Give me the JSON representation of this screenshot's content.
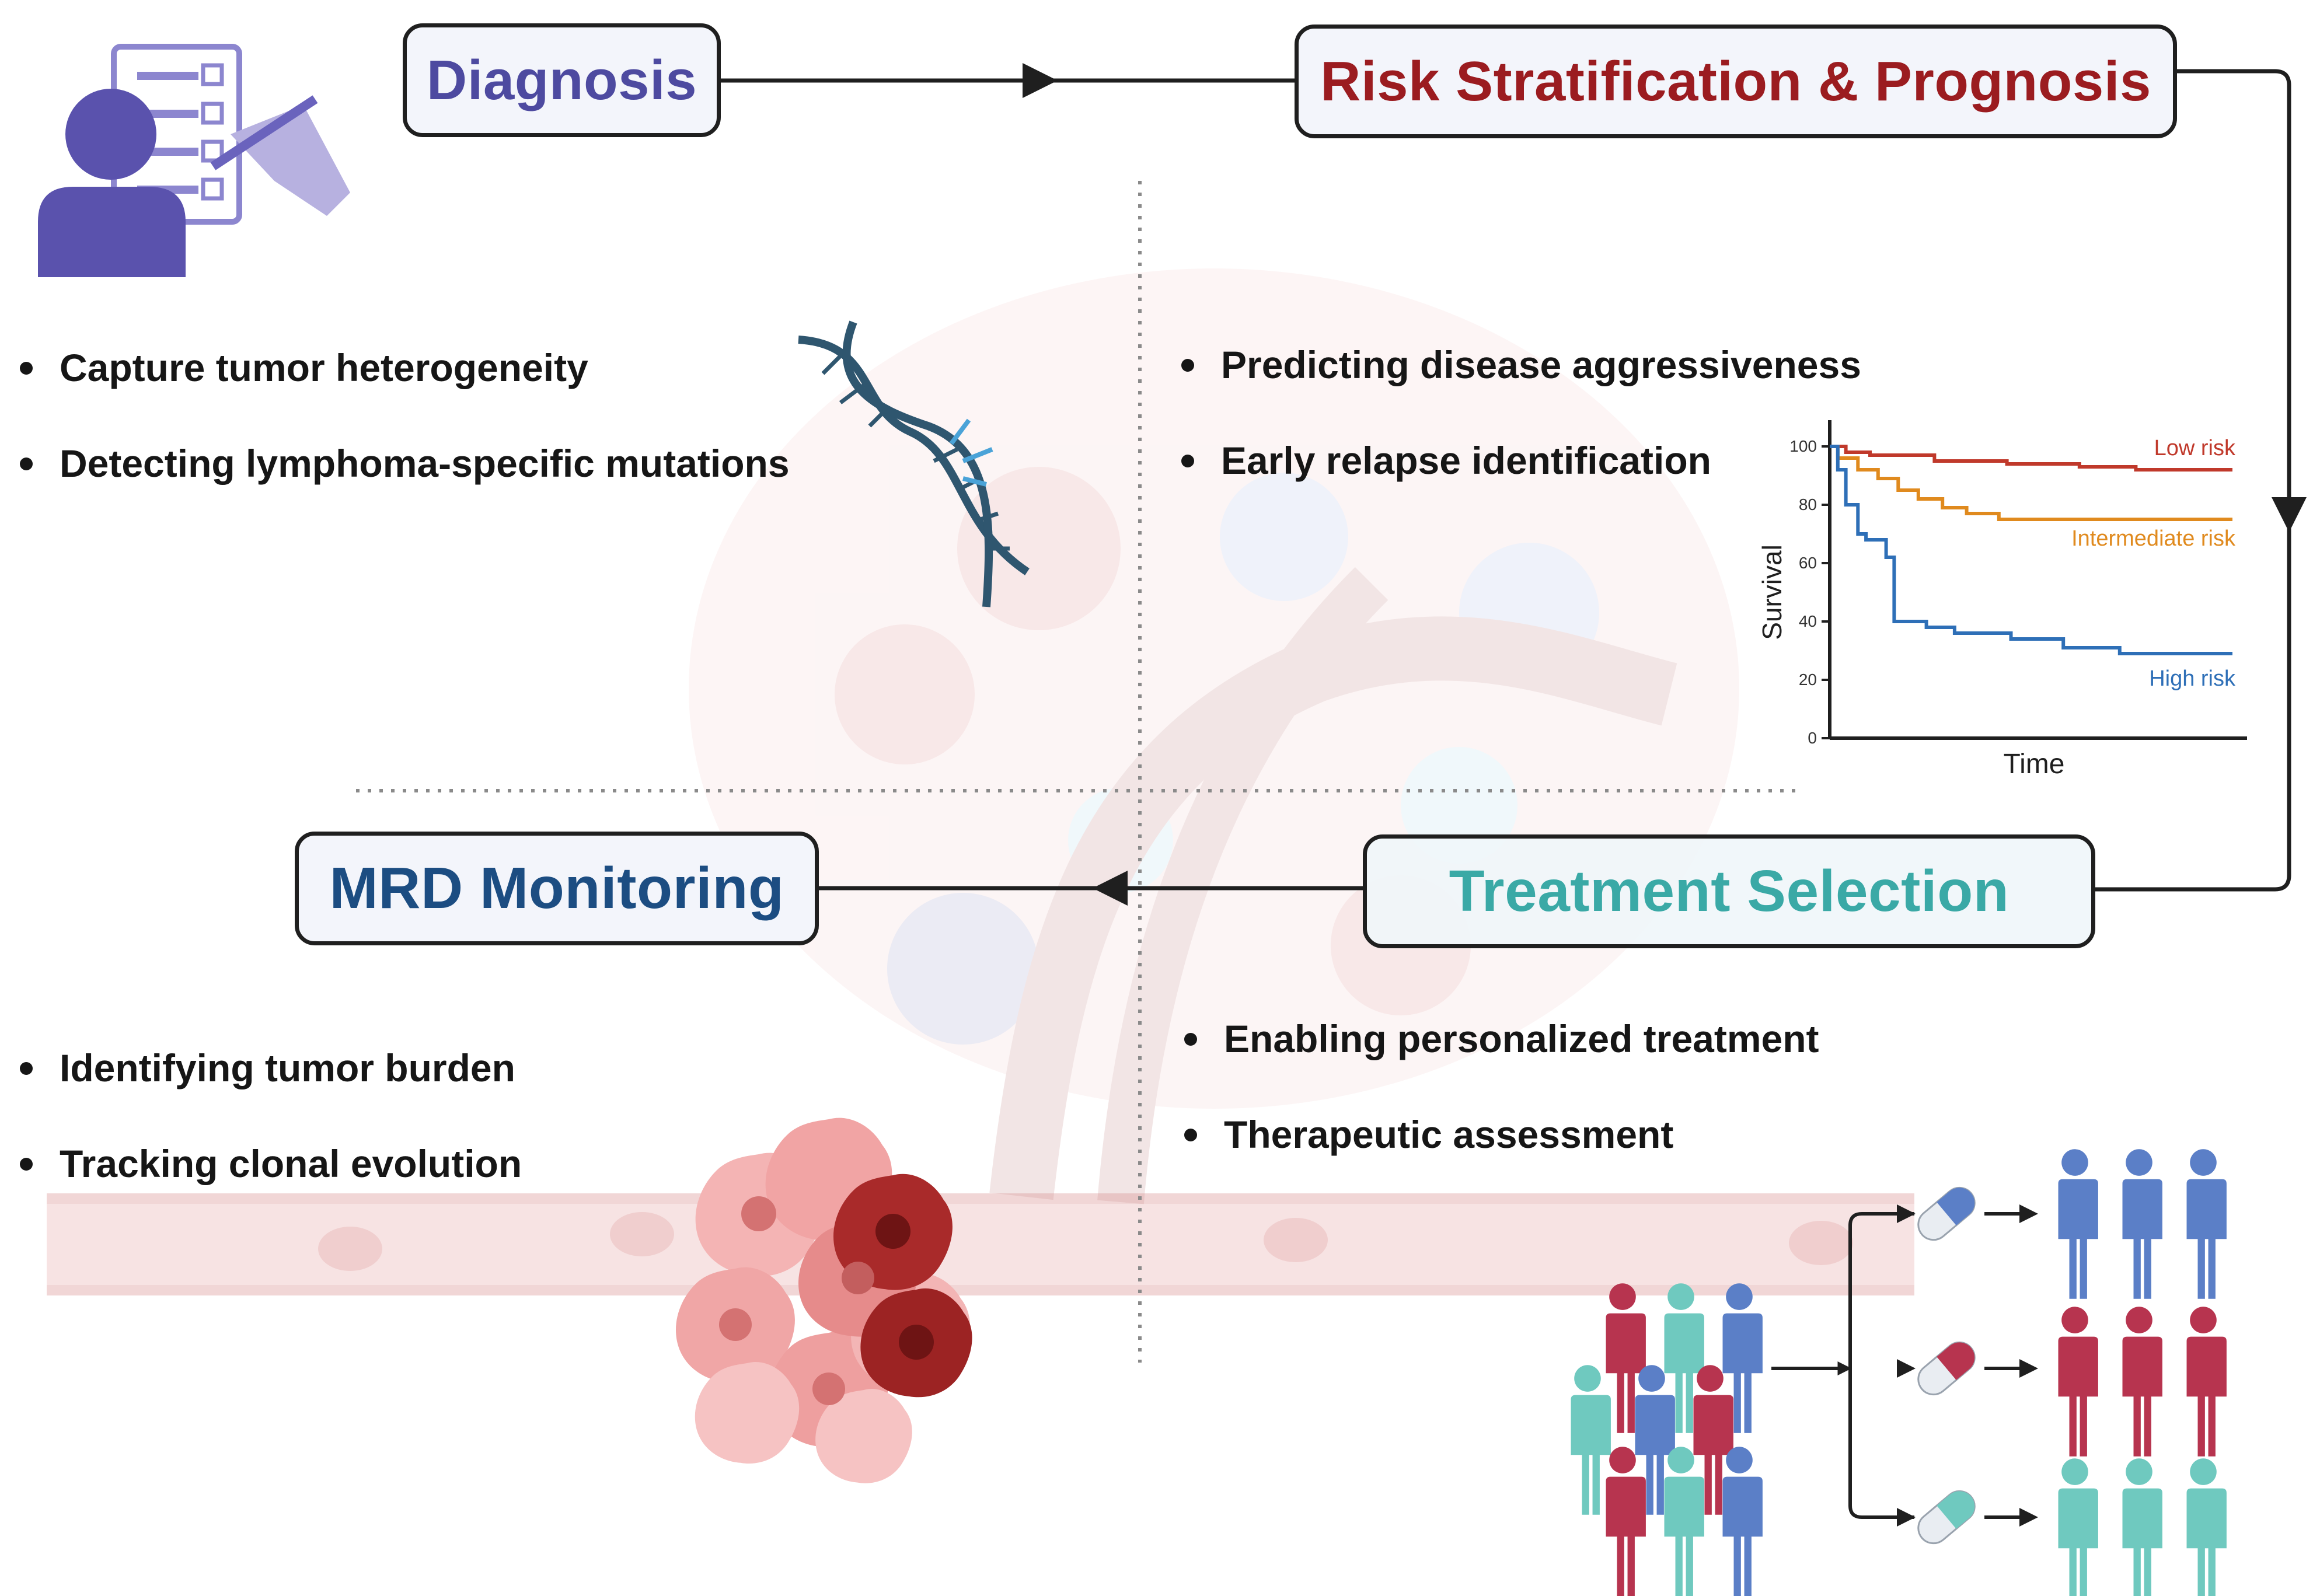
{
  "stages": {
    "diagnosis": "Diagnosis",
    "risk": "Risk Stratification & Prognosis",
    "treatment": "Treatment Selection",
    "mrd": "MRD Monitoring"
  },
  "colors": {
    "diagnosis": "#4d4aa0",
    "risk": "#9b1c20",
    "treatment": "#3aa9a6",
    "mrd": "#1c4d82",
    "low_risk": "#c0392b",
    "intermediate_risk": "#e08a1e",
    "high_risk": "#2e6fb7",
    "people_blue": "#5b7fc7",
    "people_red": "#b7344f",
    "people_teal": "#6fc9bf"
  },
  "bullets": {
    "diagnosis": [
      "Capture tumor heterogeneity",
      "Detecting lymphoma-specific mutations"
    ],
    "risk": [
      "Predicting disease aggressiveness",
      "Early relapse identification"
    ],
    "treatment": [
      "Enabling personalized treatment",
      "Therapeutic assessment"
    ],
    "mrd": [
      "Identifying tumor burden",
      "Tracking clonal evolution"
    ]
  },
  "icons": [
    "clinician-checklist-icon",
    "dna-helix-icon",
    "tumor-cluster-icon",
    "pill-capsule-icon",
    "person-icon"
  ],
  "chart_data": {
    "type": "line",
    "title": "",
    "xlabel": "Time",
    "ylabel": "Survival",
    "ylim": [
      0,
      100
    ],
    "yticks": [
      "0",
      "20",
      "40",
      "60",
      "80",
      "100"
    ],
    "series": [
      {
        "name": "Low risk",
        "color": "#c0392b",
        "points": [
          [
            0,
            100
          ],
          [
            0.04,
            100
          ],
          [
            0.04,
            98
          ],
          [
            0.1,
            98
          ],
          [
            0.1,
            97
          ],
          [
            0.26,
            97
          ],
          [
            0.26,
            95
          ],
          [
            0.44,
            95
          ],
          [
            0.44,
            94
          ],
          [
            0.62,
            94
          ],
          [
            0.62,
            93
          ],
          [
            0.76,
            93
          ],
          [
            0.76,
            92
          ],
          [
            1.0,
            92
          ]
        ]
      },
      {
        "name": "Intermediate risk",
        "color": "#e08a1e",
        "points": [
          [
            0,
            100
          ],
          [
            0.02,
            100
          ],
          [
            0.02,
            96
          ],
          [
            0.07,
            96
          ],
          [
            0.07,
            92
          ],
          [
            0.12,
            92
          ],
          [
            0.12,
            89
          ],
          [
            0.17,
            89
          ],
          [
            0.17,
            85
          ],
          [
            0.22,
            85
          ],
          [
            0.22,
            82
          ],
          [
            0.28,
            82
          ],
          [
            0.28,
            79
          ],
          [
            0.34,
            79
          ],
          [
            0.34,
            77
          ],
          [
            0.42,
            77
          ],
          [
            0.42,
            75
          ],
          [
            1.0,
            75
          ]
        ]
      },
      {
        "name": "High risk",
        "color": "#2e6fb7",
        "points": [
          [
            0,
            100
          ],
          [
            0.02,
            100
          ],
          [
            0.02,
            92
          ],
          [
            0.04,
            92
          ],
          [
            0.04,
            80
          ],
          [
            0.07,
            80
          ],
          [
            0.07,
            70
          ],
          [
            0.09,
            70
          ],
          [
            0.09,
            68
          ],
          [
            0.14,
            68
          ],
          [
            0.14,
            62
          ],
          [
            0.16,
            62
          ],
          [
            0.16,
            40
          ],
          [
            0.24,
            40
          ],
          [
            0.24,
            38
          ],
          [
            0.31,
            38
          ],
          [
            0.31,
            36
          ],
          [
            0.45,
            36
          ],
          [
            0.45,
            34
          ],
          [
            0.58,
            34
          ],
          [
            0.58,
            31
          ],
          [
            0.72,
            31
          ],
          [
            0.72,
            29
          ],
          [
            1.0,
            29
          ]
        ]
      }
    ]
  }
}
